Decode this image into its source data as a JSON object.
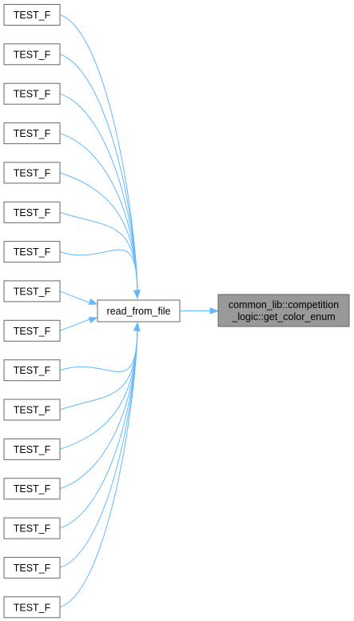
{
  "diagram": {
    "type": "doxygen-caller-graph",
    "edge_color": "#63b8ff",
    "node_border_color": "#666666",
    "target_fill_color": "#999999",
    "target_node": {
      "line1": "common_lib::competition",
      "line2": "_logic::get_color_enum"
    },
    "middle_node": {
      "label": "read_from_file"
    },
    "caller_nodes": [
      {
        "label": "TEST_F"
      },
      {
        "label": "TEST_F"
      },
      {
        "label": "TEST_F"
      },
      {
        "label": "TEST_F"
      },
      {
        "label": "TEST_F"
      },
      {
        "label": "TEST_F"
      },
      {
        "label": "TEST_F"
      },
      {
        "label": "TEST_F"
      },
      {
        "label": "TEST_F"
      },
      {
        "label": "TEST_F"
      },
      {
        "label": "TEST_F"
      },
      {
        "label": "TEST_F"
      },
      {
        "label": "TEST_F"
      },
      {
        "label": "TEST_F"
      },
      {
        "label": "TEST_F"
      },
      {
        "label": "TEST_F"
      }
    ]
  }
}
